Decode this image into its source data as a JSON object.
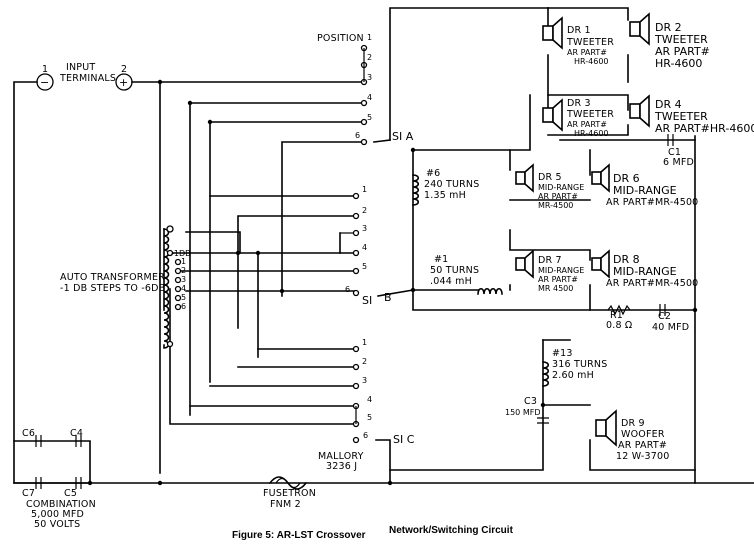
{
  "terminals": {
    "label_line1": "INPUT",
    "label_line2": "TERMINALS",
    "neg_number": "1",
    "pos_number": "2",
    "neg_symbol": "−",
    "pos_symbol": "+"
  },
  "position": {
    "label": "POSITION",
    "s1a_numbers": [
      "1",
      "2",
      "3",
      "4",
      "5",
      "6"
    ],
    "s1b_numbers": [
      "1",
      "2",
      "3",
      "4",
      "5",
      "6"
    ],
    "s1c_numbers": [
      "1",
      "2",
      "3",
      "4",
      "5",
      "6"
    ]
  },
  "switches": {
    "s1a": "SI A",
    "s1b_1": "SI",
    "s1b_2": "B",
    "s1c": "SI C"
  },
  "autotransformer": {
    "label_line1": "AUTO TRANSFORMER",
    "label_line2": "-1 DB STEPS TO -6DB",
    "tap_labels": [
      "-1DB",
      "1",
      "2",
      "3",
      "4",
      "5",
      "6"
    ]
  },
  "tweeters": [
    {
      "name": "DR 1",
      "line2": "TWEETER",
      "line3": "AR PART#",
      "line4": "HR-4600"
    },
    {
      "name": "DR 2",
      "line2": "TWEETER",
      "line3": "AR PART#",
      "line4": "HR-4600"
    },
    {
      "name": "DR 3",
      "line2": "TWEETER",
      "line3": "AR PART#",
      "line4": "HR-4600"
    },
    {
      "name": "DR 4",
      "line2": "TWEETER",
      "line3": "AR PART#HR-4600",
      "line4": ""
    }
  ],
  "midranges": [
    {
      "name": "DR 5",
      "line2": "MID-RANGE",
      "line3": "AR PART#",
      "line4": "MR-4500"
    },
    {
      "name": "DR 6",
      "line2": "MID-RANGE",
      "line3": "AR PART#MR-4500",
      "line4": ""
    },
    {
      "name": "DR 7",
      "line2": "MID-RANGE",
      "line3": "AR PART#",
      "line4": "MR 4500"
    },
    {
      "name": "DR 8",
      "line2": "MID-RANGE",
      "line3": "AR PART#MR-4500",
      "line4": ""
    }
  ],
  "woofer": {
    "name": "DR 9",
    "line2": "WOOFER",
    "line3": "AR PART#",
    "line4": "12 W-3700"
  },
  "inductors": {
    "l6": {
      "name": "#6",
      "turns": "240 TURNS",
      "value": "1.35 mH"
    },
    "l1": {
      "name": "#1",
      "turns": "50 TURNS",
      "value": ".044 mH"
    },
    "l13": {
      "name": "#13",
      "turns": "316 TURNS",
      "value": "2.60 mH"
    }
  },
  "components": {
    "c1": {
      "name": "C1",
      "value": "6 MFD"
    },
    "c2": {
      "name": "C2",
      "value": "40 MFD"
    },
    "c3": {
      "name": "C3",
      "value": "150 MFD"
    },
    "r1": {
      "name": "R1",
      "value": "0.8 Ω"
    },
    "c4": {
      "name": "C4"
    },
    "c5": {
      "name": "C5"
    },
    "c6": {
      "name": "C6"
    },
    "c7": {
      "name": "C7"
    },
    "combination": {
      "line1": "COMBINATION",
      "line2": "5,000 MFD",
      "line3": "50 VOLTS"
    },
    "mallory": {
      "line1": "MALLORY",
      "line2": "3236 J"
    },
    "fuse": {
      "line1": "FUSETRON",
      "line2": "FNM 2"
    }
  },
  "caption": {
    "bold": "Figure 5: AR-LST Crossover",
    "regular": "Network/Switching Circuit"
  }
}
